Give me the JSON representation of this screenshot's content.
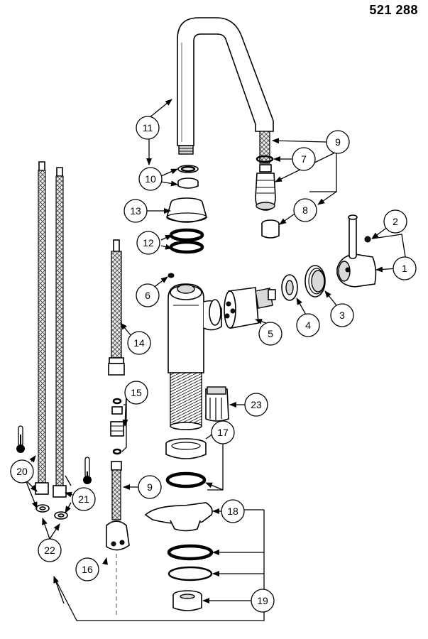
{
  "header": {
    "part_number": "521 288"
  },
  "callouts": [
    {
      "label": "1"
    },
    {
      "label": "2"
    },
    {
      "label": "3"
    },
    {
      "label": "4"
    },
    {
      "label": "5"
    },
    {
      "label": "6"
    },
    {
      "label": "7"
    },
    {
      "label": "8"
    },
    {
      "label": "9"
    },
    {
      "label": "9"
    },
    {
      "label": "10"
    },
    {
      "label": "11"
    },
    {
      "label": "12"
    },
    {
      "label": "13"
    },
    {
      "label": "14"
    },
    {
      "label": "15"
    },
    {
      "label": "16"
    },
    {
      "label": "17"
    },
    {
      "label": "18"
    },
    {
      "label": "19"
    },
    {
      "label": "20"
    },
    {
      "label": "21"
    },
    {
      "label": "22"
    },
    {
      "label": "23"
    }
  ],
  "icons": {
    "hot_indicator": "thermometer-icon",
    "cold_indicator": "thermometer-icon"
  }
}
